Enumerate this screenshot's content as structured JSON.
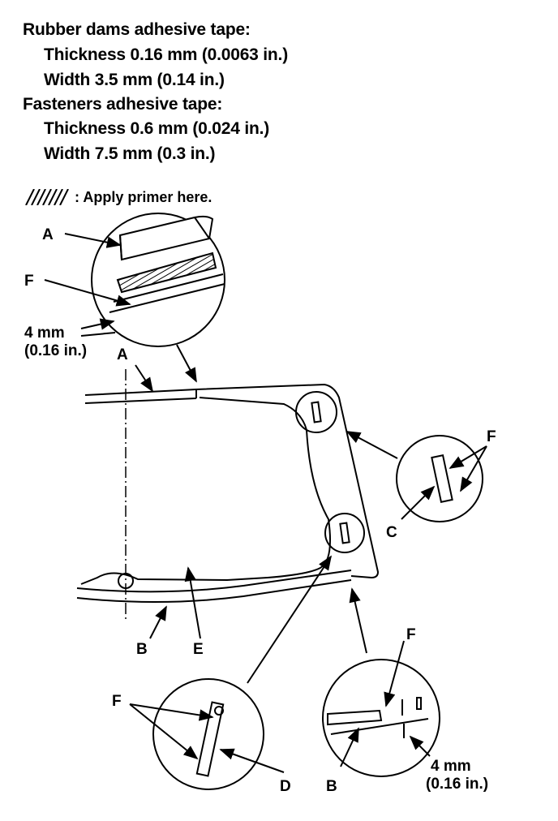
{
  "specs": {
    "rubber_title": "Rubber dams adhesive tape:",
    "rubber_thickness": "Thickness 0.16 mm (0.0063 in.)",
    "rubber_width": "Width 3.5 mm (0.14 in.)",
    "fasteners_title": "Fasteners adhesive tape:",
    "fasteners_thickness": "Thickness 0.6 mm (0.024 in.)",
    "fasteners_width": "Width 7.5 mm (0.3 in.)"
  },
  "legend": {
    "text": ": Apply primer here."
  },
  "labels": {
    "a": "A",
    "b": "B",
    "c": "C",
    "d": "D",
    "e": "E",
    "f": "F"
  },
  "dimensions": {
    "mm": "4 mm",
    "inch": "(0.16 in.)"
  }
}
